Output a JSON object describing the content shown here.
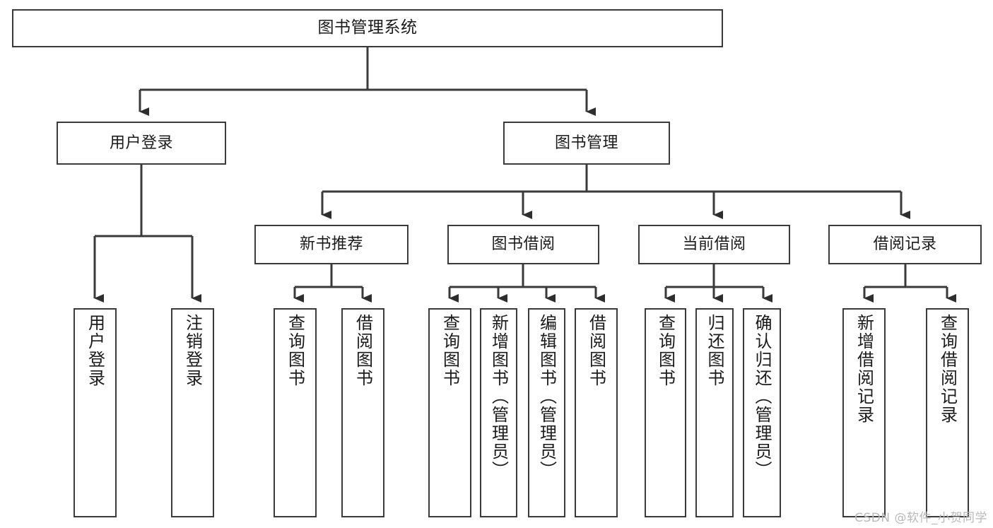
{
  "diagram": {
    "title": "图书管理系统",
    "type": "tree",
    "orientation": "top-down",
    "line_color": "#3a3a3a",
    "box_fill": "#ffffff",
    "text_color": "#1b1b1b"
  },
  "root": {
    "label": "图书管理系统"
  },
  "level2": [
    {
      "label": "用户登录"
    },
    {
      "label": "图书管理"
    }
  ],
  "level3": [
    {
      "label": "新书推荐"
    },
    {
      "label": "图书借阅"
    },
    {
      "label": "当前借阅"
    },
    {
      "label": "借阅记录"
    }
  ],
  "leaves": {
    "user_login": [
      {
        "label": "用户登录"
      },
      {
        "label": "注销登录"
      }
    ],
    "new_book_recommend": [
      {
        "label": "查询图书"
      },
      {
        "label": "借阅图书"
      }
    ],
    "book_borrow": [
      {
        "label": "查询图书"
      },
      {
        "label": "新增图书（管理员）"
      },
      {
        "label": "编辑图书（管理员）"
      },
      {
        "label": "借阅图书"
      }
    ],
    "current_borrow": [
      {
        "label": "查询图书"
      },
      {
        "label": "归还图书"
      },
      {
        "label": "确认归还（管理员）"
      }
    ],
    "borrow_records": [
      {
        "label": "新增借阅记录"
      },
      {
        "label": "查询借阅记录"
      }
    ]
  },
  "watermark": {
    "text": "CSDN @软件_小贺同学"
  }
}
